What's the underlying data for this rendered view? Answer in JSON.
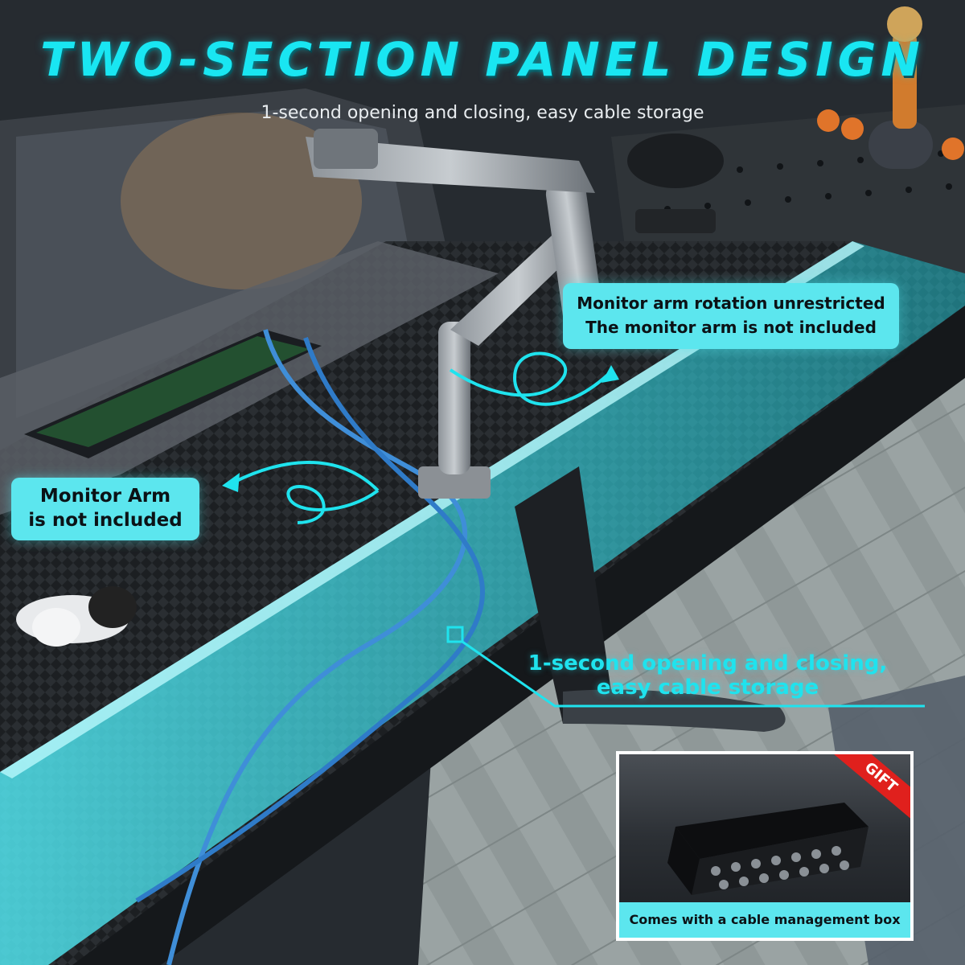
{
  "header": {
    "title": "TWO-SECTION PANEL DESIGN",
    "subtitle": "1-second opening and closing, easy cable storage"
  },
  "callouts": {
    "arm_rotation": {
      "line1": "Monitor arm rotation unrestricted",
      "line2": "The monitor arm is not included"
    },
    "arm_left": {
      "line1": "Monitor Arm",
      "line2": "is not included"
    }
  },
  "feature": {
    "line1": "1-second opening and closing,",
    "line2": "easy cable storage"
  },
  "gift": {
    "badge": "GIFT",
    "caption": "Comes with a cable management box"
  },
  "colors": {
    "accent": "#19e6f2",
    "callout_bg": "#5ce6ee",
    "gift_badge": "#e0201d"
  }
}
